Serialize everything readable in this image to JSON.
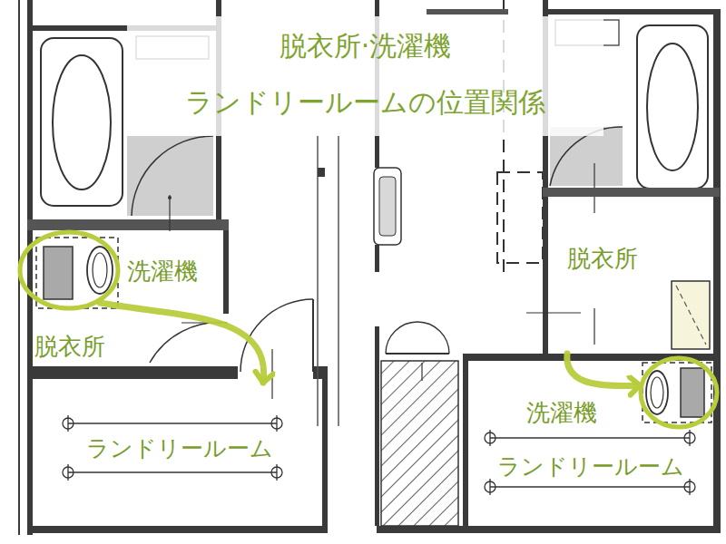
{
  "diagram": {
    "title": "脱衣所·洗濯機 ランドリールームの位置関係",
    "nodes": [
      {
        "text": [
          "脱衣所"
        ]
      },
      {
        "text": [
          "洗濯機"
        ],
        "in": 0
      },
      {
        "text": [
          "ランドリールーム"
        ]
      },
      {
        "text": [
          "脱衣所"
        ]
      },
      {
        "text": [
          "ランドリールーム"
        ]
      },
      {
        "text": [
          "洗濯機"
        ],
        "in": 4
      }
    ],
    "edges": [
      {
        "from": 1,
        "to": 2,
        "arrow": "to"
      },
      {
        "from": 3,
        "to": 5,
        "arrow": "to"
      }
    ]
  }
}
